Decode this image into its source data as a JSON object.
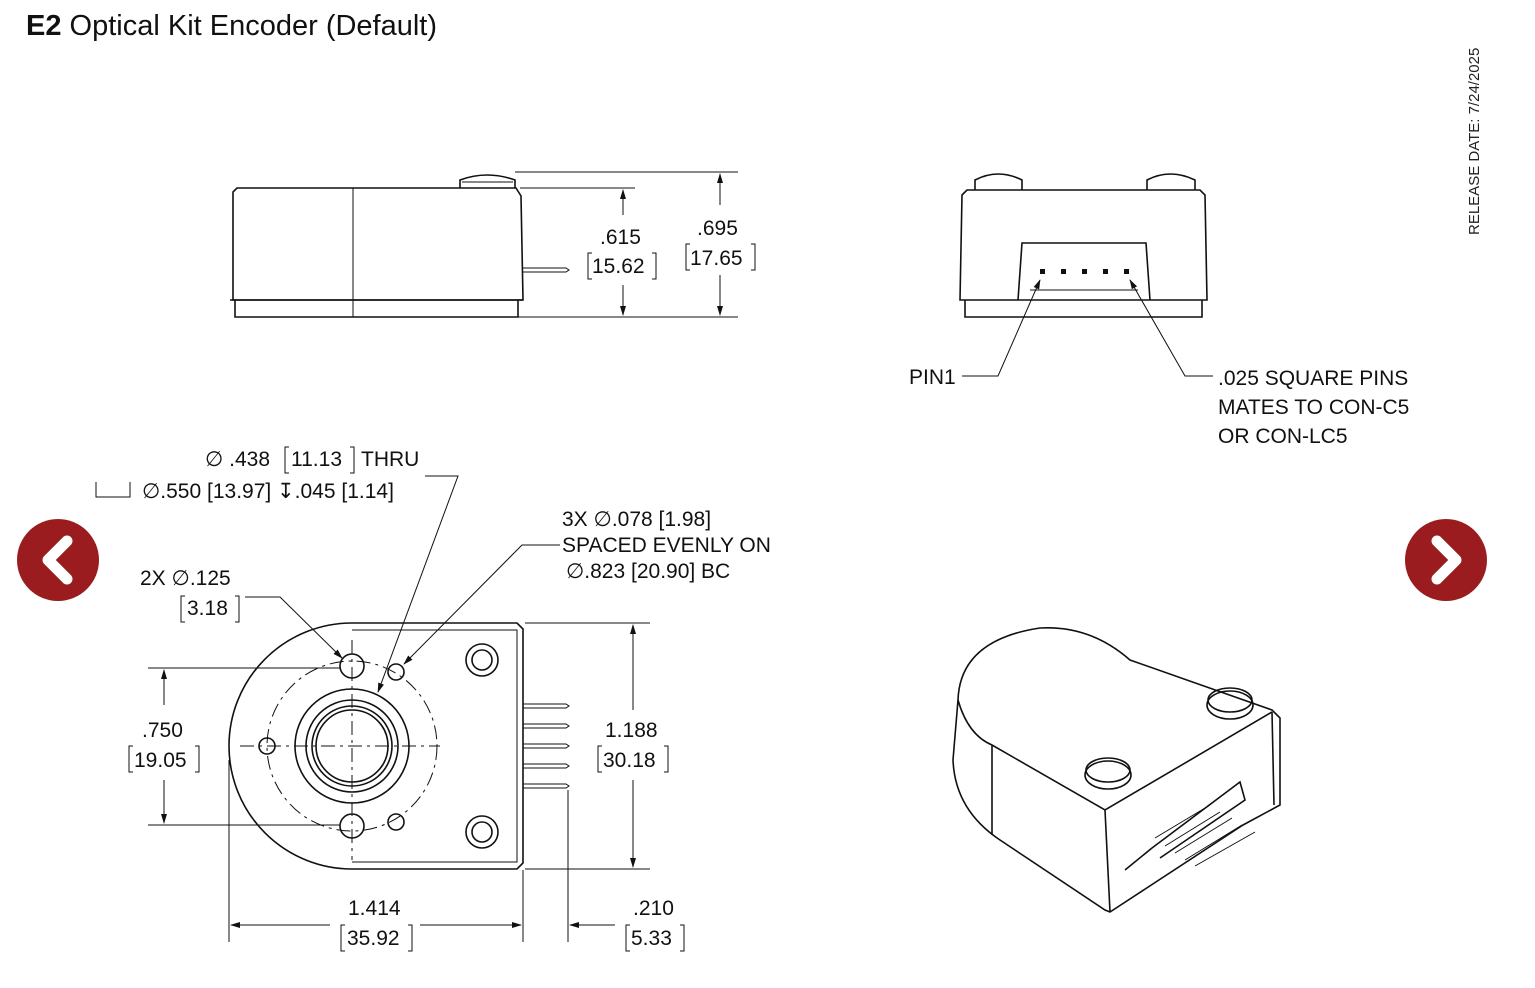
{
  "title": {
    "bold": "E2",
    "rest": " Optical Kit Encoder (Default)"
  },
  "release_date": "RELEASE DATE: 7/24/2025",
  "nav": {
    "prev_icon": "chevron-left-icon",
    "next_icon": "chevron-right-icon",
    "color": "#9b1c1f"
  },
  "side_view": {
    "h1": ".615",
    "h1_mm": "15.62",
    "h2": ".695",
    "h2_mm": "17.65"
  },
  "front_view": {
    "pin1": "PIN1",
    "pins_note": [
      ".025 SQUARE PINS",
      "MATES TO CON-C5",
      "OR CON-LC5"
    ]
  },
  "top_view": {
    "bore": "∅ .438",
    "bore_mm": "11.13",
    "bore_thru": "THRU",
    "cbore": "∅.550 [13.97] ↧.045 [1.14]",
    "holes3": "3X ∅.078 [1.98]",
    "holes3_line2": "SPACED EVENLY ON",
    "holes3_line3": "∅.823 [20.90] BC",
    "holes2": "2X ∅.125",
    "holes2_mm": "3.18",
    "h750": ".750",
    "h750_mm": "19.05",
    "h1188": "1.188",
    "h1188_mm": "30.18",
    "w1414": "1.414",
    "w1414_mm": "35.92",
    "w210": ".210",
    "w210_mm": "5.33"
  }
}
